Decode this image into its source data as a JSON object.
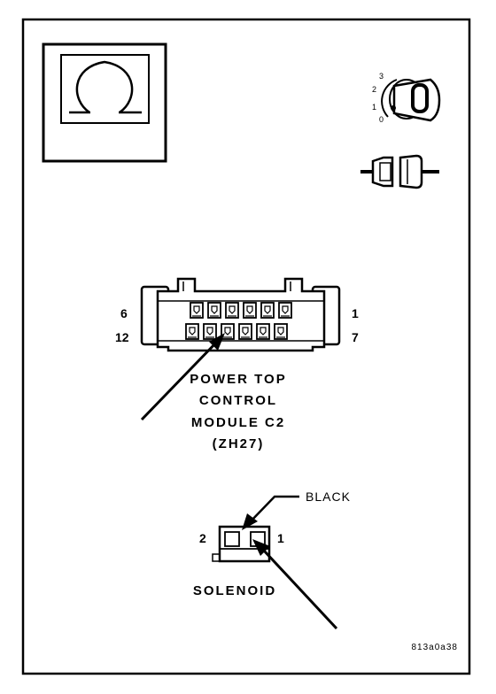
{
  "connector": {
    "title_lines": [
      "POWER TOP",
      "CONTROL",
      "MODULE C2",
      "(ZH27)"
    ],
    "pin_labels": {
      "top_left": "6",
      "top_right": "1",
      "bottom_left": "12",
      "bottom_right": "7"
    }
  },
  "solenoid": {
    "title": "SOLENOID",
    "color_label": "BLACK",
    "pin_left": "2",
    "pin_right": "1"
  },
  "ignition": {
    "positions": [
      "3",
      "2",
      "1",
      "0"
    ]
  },
  "figure_id": "813a0a38",
  "icons": [
    "ohm-meter-icon",
    "ignition-key-icon",
    "connector-disconnected-icon"
  ],
  "colors": {
    "line": "#000000",
    "background": "#ffffff"
  }
}
